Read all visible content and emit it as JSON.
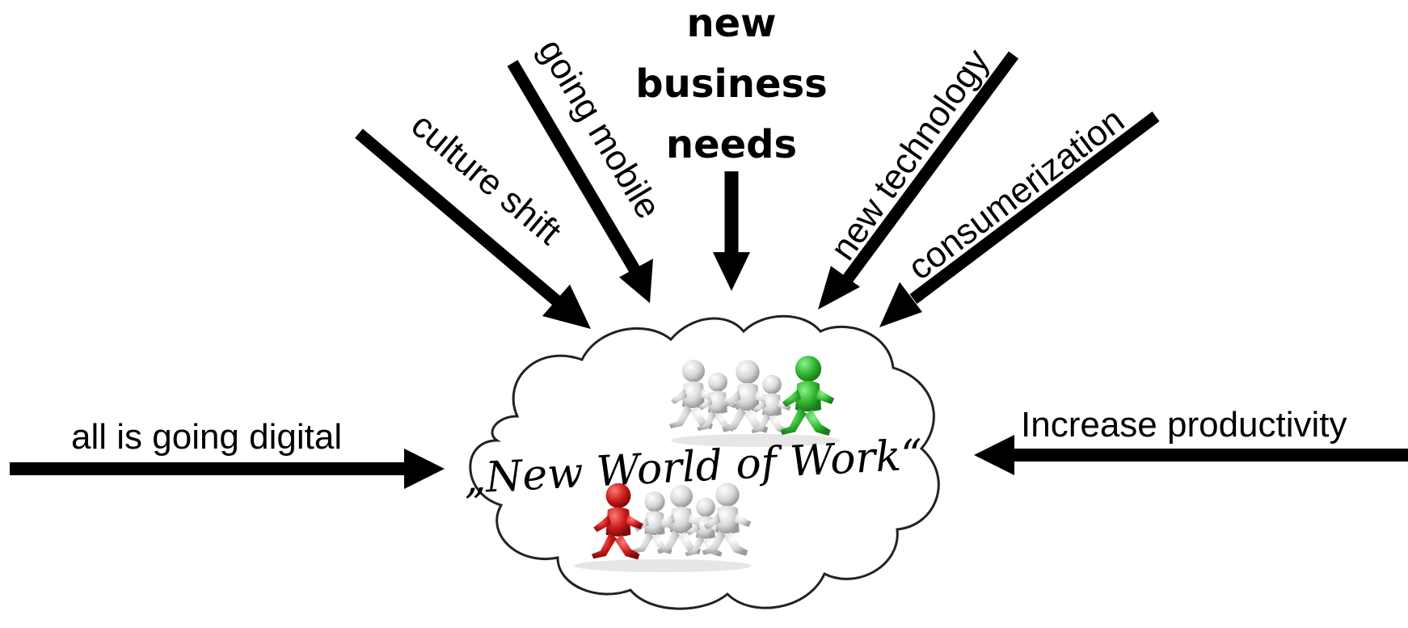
{
  "diagram": {
    "center_label": "„New World of Work“",
    "drivers": {
      "culture_shift": "culture shift",
      "going_mobile": "going mobile",
      "new_business_needs": [
        "new",
        "business",
        "needs"
      ],
      "new_technology": "new technology",
      "consumerization": "consumerization",
      "all_digital": "all is going digital",
      "productivity": "Increase productivity"
    },
    "colors": {
      "arrow": "#000000",
      "cloud_stroke": "#222222",
      "leader_figure": "#2fb52f",
      "follower_figure": "#cc1a1a",
      "crowd_figure": "#d4d4d4"
    },
    "icons": [
      "cloud-icon",
      "running-crowd-icon"
    ]
  }
}
